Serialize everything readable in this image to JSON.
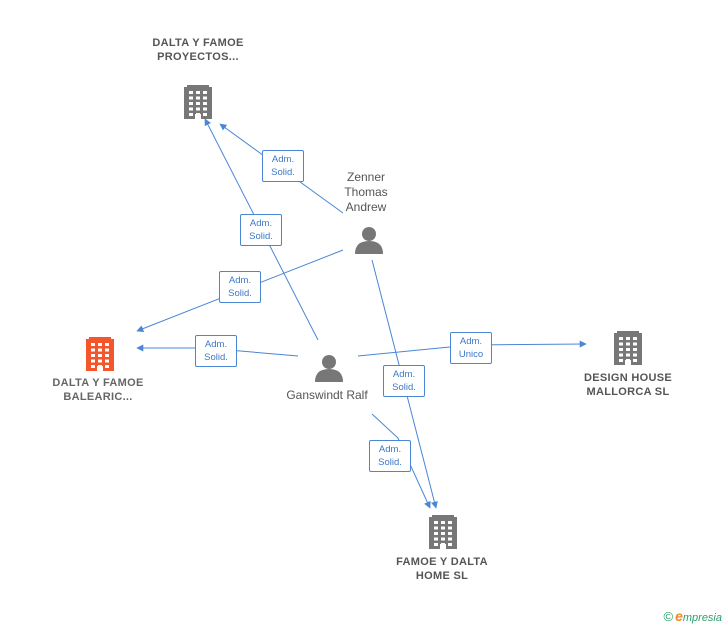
{
  "nodes": {
    "dalta_proyectos": {
      "label": "DALTA Y FAMOE PROYECTOS...",
      "type": "company"
    },
    "dalta_balearic": {
      "label": "DALTA Y FAMOE BALEARIC...",
      "type": "company",
      "color": "#f4552a"
    },
    "design_house": {
      "label": "DESIGN HOUSE MALLORCA SL",
      "type": "company"
    },
    "famoe_home": {
      "label": "FAMOE Y DALTA HOME SL",
      "type": "company"
    },
    "zenner": {
      "label": "Zenner Thomas Andrew",
      "type": "person"
    },
    "ganswindt": {
      "label": "Ganswindt Ralf",
      "type": "person"
    }
  },
  "edges": [
    {
      "from": "zenner",
      "to": "dalta_proyectos",
      "label": "Adm. Solid."
    },
    {
      "from": "ganswindt",
      "to": "dalta_proyectos",
      "label": "Adm. Solid."
    },
    {
      "from": "zenner",
      "to": "dalta_balearic",
      "label": "Adm. Solid."
    },
    {
      "from": "ganswindt",
      "to": "dalta_balearic",
      "label": "Adm. Solid."
    },
    {
      "from": "ganswindt",
      "to": "design_house",
      "label": "Adm. Unico"
    },
    {
      "from": "zenner",
      "to": "famoe_home",
      "label": "Adm. Solid."
    },
    {
      "from": "ganswindt",
      "to": "famoe_home",
      "label": "Adm. Solid."
    }
  ],
  "colors": {
    "edge": "#4a86d4",
    "company": "#777777",
    "person": "#777777",
    "highlight": "#f4552a"
  },
  "footer": {
    "copyright": "©",
    "brand_initial": "e",
    "brand_rest": "mpresia"
  }
}
